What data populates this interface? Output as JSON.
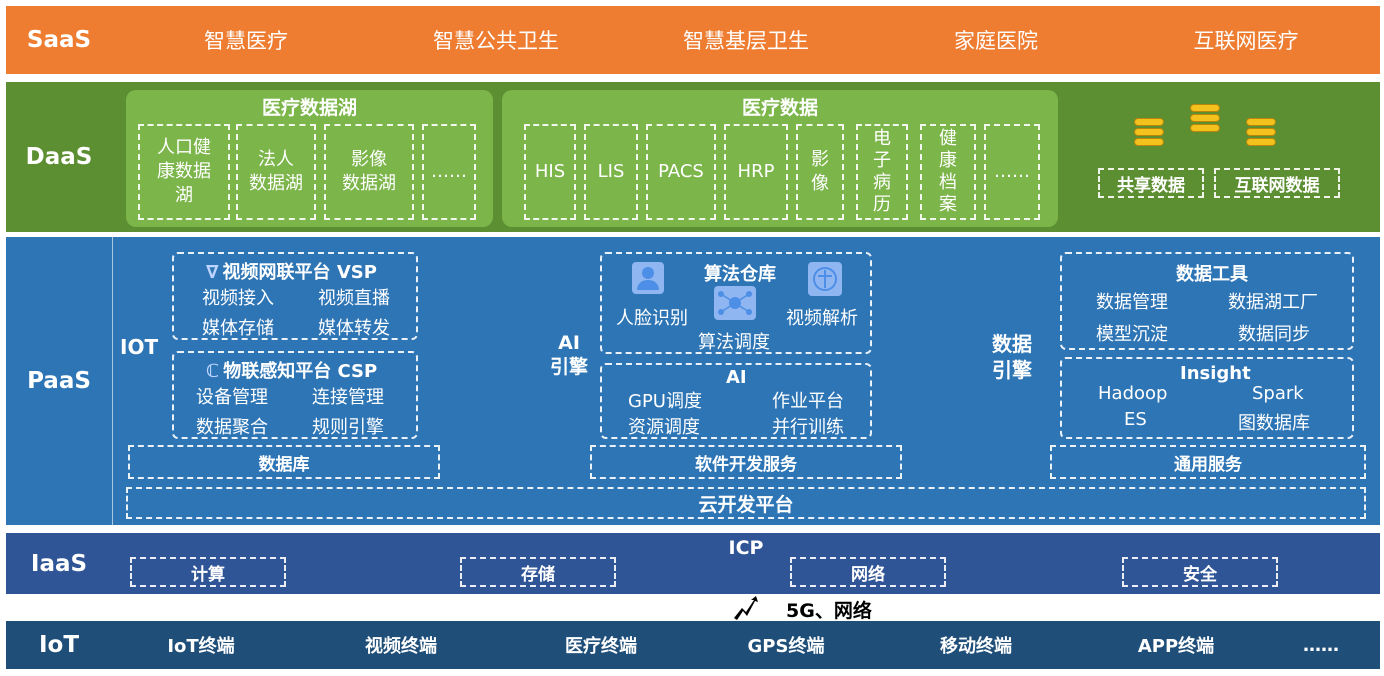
{
  "saas": {
    "label": "SaaS",
    "items": [
      "智慧医疗",
      "智慧公共卫生",
      "智慧基层卫生",
      "家庭医院",
      "互联网医疗"
    ]
  },
  "daas": {
    "label": "DaaS",
    "lake": {
      "title": "医疗数据湖",
      "cells": [
        "人口健\n康数据\n湖",
        "法人\n数据湖",
        "影像\n数据湖",
        "……"
      ]
    },
    "medical": {
      "title": "医疗数据",
      "cells": [
        "HIS",
        "LIS",
        "PACS",
        "HRP",
        "影\n像",
        "电\n子\n病\n历",
        "健\n康\n档\n案",
        "……"
      ]
    },
    "shared": [
      "共享数据",
      "互联网数据"
    ]
  },
  "paas": {
    "label": "PaaS",
    "iot": {
      "label": "IOT",
      "vsp": {
        "title": "视频网联平台 VSP",
        "items": [
          "视频接入",
          "视频直播",
          "媒体存储",
          "媒体转发"
        ]
      },
      "csp": {
        "title": "物联感知平台 CSP",
        "items": [
          "设备管理",
          "连接管理",
          "数据聚合",
          "规则引擎"
        ]
      },
      "db": "数据库"
    },
    "ai": {
      "label": "AI\n引擎",
      "algo": {
        "title": "算法仓库",
        "items": [
          "人脸识别",
          "视频解析",
          "算法调度"
        ]
      },
      "ai": {
        "title": "AI",
        "items": [
          "GPU调度",
          "作业平台",
          "资源调度",
          "并行训练"
        ]
      },
      "sds": "软件开发服务"
    },
    "data": {
      "label": "数据\n引擎",
      "tools": {
        "title": "数据工具",
        "items": [
          "数据管理",
          "数据湖工厂",
          "模型沉淀",
          "数据同步"
        ]
      },
      "insight": {
        "title": "Insight",
        "items": [
          "Hadoop",
          "Spark",
          "ES",
          "图数据库"
        ]
      },
      "general": "通用服务"
    },
    "cloud": "云开发平台"
  },
  "iaas": {
    "label": "IaaS",
    "title": "ICP",
    "items": [
      "计算",
      "存储",
      "网络",
      "安全"
    ]
  },
  "network": {
    "label": "5G、网络"
  },
  "iot": {
    "label": "IoT",
    "items": [
      "IoT终端",
      "视频终端",
      "医疗终端",
      "GPS终端",
      "移动终端",
      "APP终端",
      "……"
    ]
  },
  "colors": {
    "saas": "#ee7d32",
    "daas": "#5c8e32",
    "daas_box": "#7cb54a",
    "paas": "#2e75b6",
    "iaas": "#2f5597",
    "iot": "#1f4e79"
  }
}
